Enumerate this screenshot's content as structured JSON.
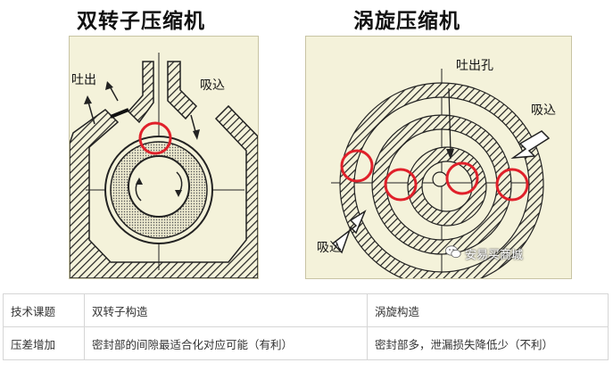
{
  "titles": {
    "left": "双转子压缩机",
    "right": "涡旋压缩机"
  },
  "left_diagram": {
    "discharge_label": "吐出",
    "suction_label": "吸込"
  },
  "right_diagram": {
    "discharge_port_label": "吐出孔",
    "suction_label_top": "吸込",
    "suction_label_bottom": "吸込"
  },
  "watermark": {
    "text": "安易买商城",
    "icon": "wechat-icon"
  },
  "highlight_color": "#e0202a",
  "table": {
    "header": [
      "技术课题",
      "双转子构造",
      "涡旋构造"
    ],
    "rows": [
      [
        "压差增加",
        "密封部的间隙最适合化对应可能（有利）",
        "密封部多，泄漏损失降低少（不利）"
      ]
    ]
  }
}
